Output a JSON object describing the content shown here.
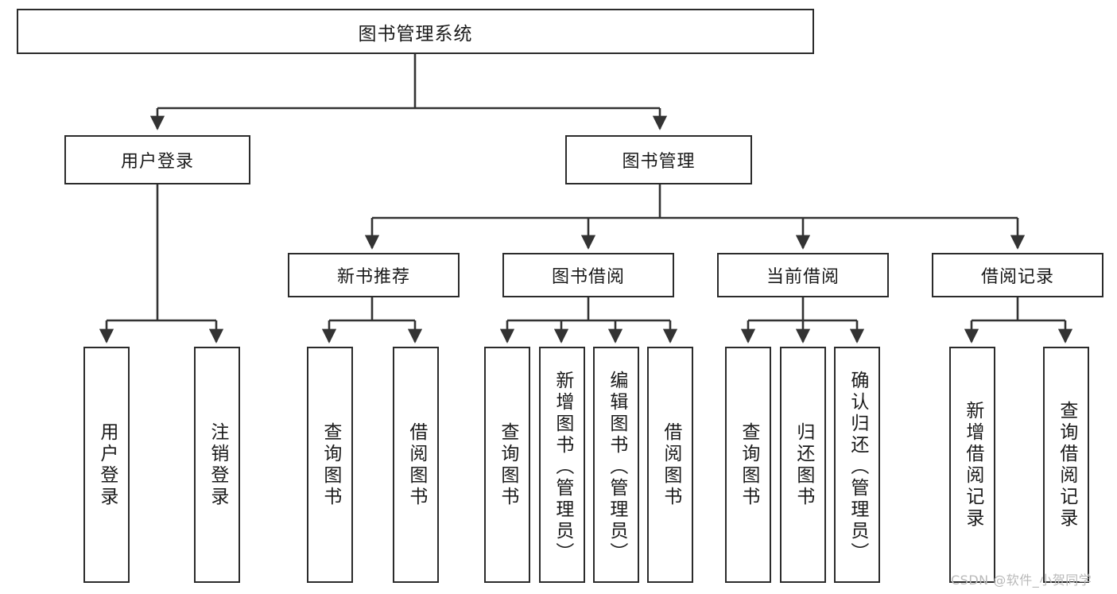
{
  "diagram": {
    "kind": "functional-structure-tree",
    "root": {
      "id": "root",
      "label": "图书管理系统"
    },
    "level2": [
      {
        "id": "user-login",
        "label": "用户登录"
      },
      {
        "id": "book-manage",
        "label": "图书管理"
      }
    ],
    "level3": [
      {
        "id": "new-book-rec",
        "label": "新书推荐",
        "parent": "book-manage"
      },
      {
        "id": "book-borrow",
        "label": "图书借阅",
        "parent": "book-manage"
      },
      {
        "id": "current-borrow",
        "label": "当前借阅",
        "parent": "book-manage"
      },
      {
        "id": "borrow-record",
        "label": "借阅记录",
        "parent": "book-manage"
      }
    ],
    "leaves": {
      "user_login": [
        {
          "id": "leaf-user-login",
          "label": "用户登录"
        },
        {
          "id": "leaf-user-logout",
          "label": "注销登录"
        }
      ],
      "new_book_rec": [
        {
          "id": "leaf-query-book-1",
          "label": "查询图书"
        },
        {
          "id": "leaf-borrow-book-1",
          "label": "借阅图书"
        }
      ],
      "book_borrow": [
        {
          "id": "leaf-query-book-2",
          "label": "查询图书"
        },
        {
          "id": "leaf-add-book",
          "label": "新增图书（管理员）"
        },
        {
          "id": "leaf-edit-book",
          "label": "编辑图书（管理员）"
        },
        {
          "id": "leaf-borrow-book-2",
          "label": "借阅图书"
        }
      ],
      "current_borrow": [
        {
          "id": "leaf-query-book-3",
          "label": "查询图书"
        },
        {
          "id": "leaf-return-book",
          "label": "归还图书"
        },
        {
          "id": "leaf-confirm-return",
          "label": "确认归还（管理员）"
        }
      ],
      "borrow_record": [
        {
          "id": "leaf-add-record",
          "label": "新增借阅记录"
        },
        {
          "id": "leaf-query-record",
          "label": "查询借阅记录"
        }
      ]
    }
  },
  "watermark": {
    "text": "CSDN @软件_小贺同学"
  },
  "colors": {
    "box_border": "#2b2b2b",
    "line": "#333333",
    "background": "#ffffff",
    "text": "#1a1a1a",
    "watermark": "#b9b9b9"
  }
}
